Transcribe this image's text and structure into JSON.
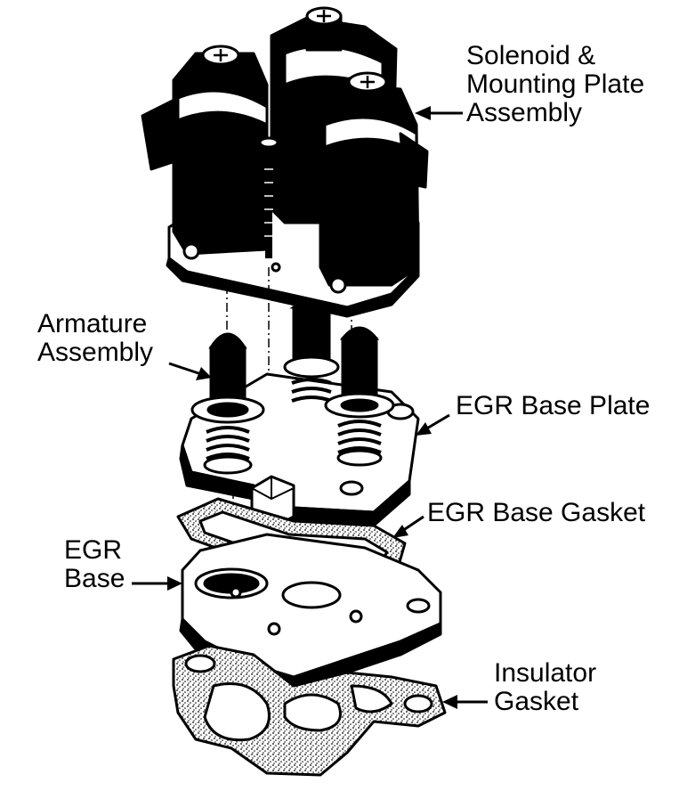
{
  "labels": {
    "solenoid": "Solenoid &\nMounting Plate\nAssembly",
    "armature": "Armature\nAssembly",
    "egr_base_plate": "EGR Base Plate",
    "egr_base_gasket": "EGR Base Gasket",
    "egr_base": "EGR\nBase",
    "insulator_gasket": "Insulator\nGasket"
  },
  "colors": {
    "ink": "#000000",
    "paper": "#ffffff",
    "gasket_fill": "#8a8a8a"
  }
}
